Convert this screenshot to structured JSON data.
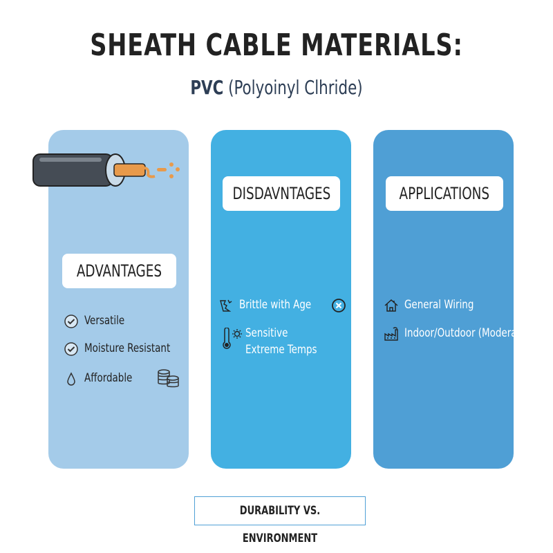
{
  "title": "SHEATH CABLE MATERIALS:",
  "subtitle": {
    "bold": "PVC",
    "rest": " (Polyoinyl Clhride)"
  },
  "advantages": {
    "header": "ADVANTAGES",
    "items": [
      "Versatile",
      "Moisture Resistant",
      "Affordable"
    ],
    "color": "#a4cbe9"
  },
  "disadvantages": {
    "header": "DISDAVNTAGES",
    "items": [
      "Brittle with Age",
      "Sensitive",
      "Extreme Temps"
    ],
    "color": "#43b0e2"
  },
  "applications": {
    "header": "APPLICATIONS",
    "items": [
      "General Wiring",
      "Indoor/Outdoor (Moderate)"
    ],
    "color": "#4f9fd5"
  },
  "footer": "DURABILITY VS. ENVIRONMENT"
}
